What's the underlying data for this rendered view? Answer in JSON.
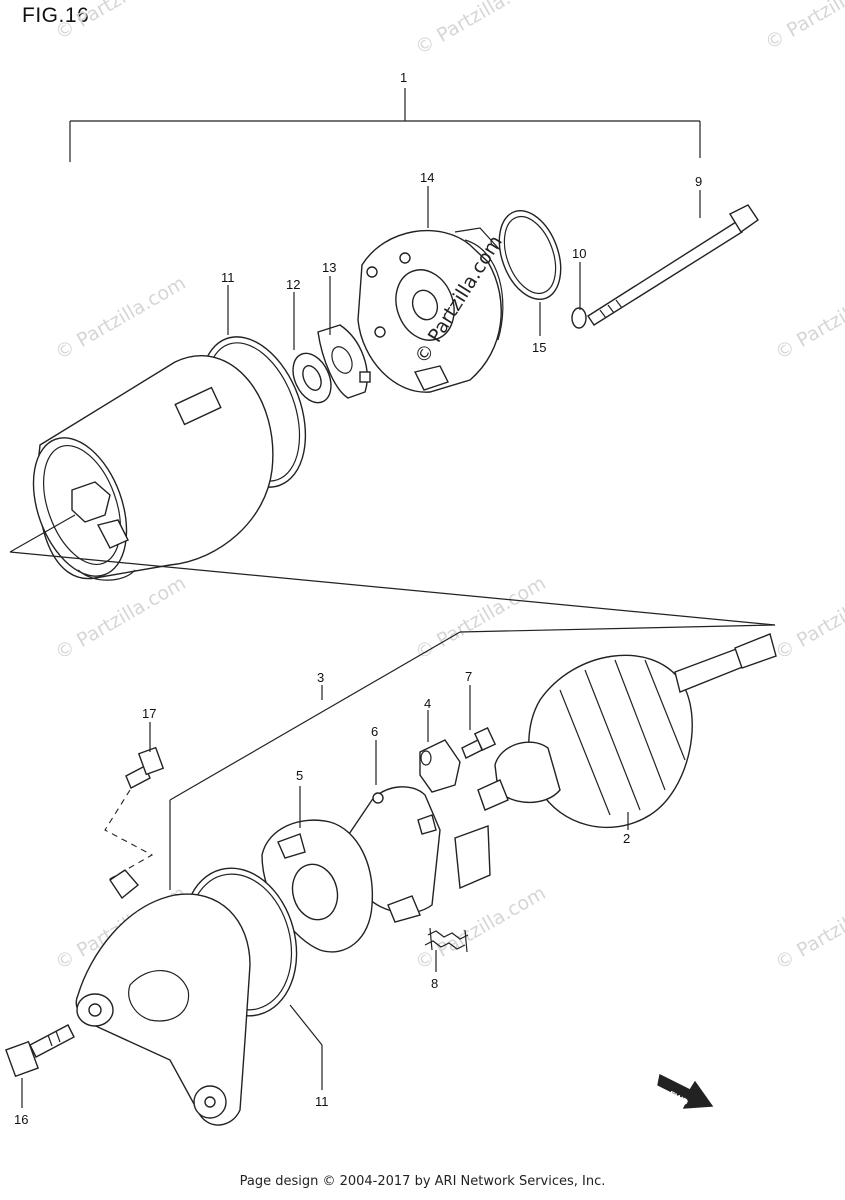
{
  "figure": {
    "title": "FIG.16",
    "callouts": [
      {
        "id": "c1",
        "label": "1"
      },
      {
        "id": "c2",
        "label": "2"
      },
      {
        "id": "c3",
        "label": "3"
      },
      {
        "id": "c4",
        "label": "4"
      },
      {
        "id": "c5",
        "label": "5"
      },
      {
        "id": "c6",
        "label": "6"
      },
      {
        "id": "c7",
        "label": "7"
      },
      {
        "id": "c8",
        "label": "8"
      },
      {
        "id": "c9",
        "label": "9"
      },
      {
        "id": "c10",
        "label": "10"
      },
      {
        "id": "c11a",
        "label": "11"
      },
      {
        "id": "c11b",
        "label": "11"
      },
      {
        "id": "c12",
        "label": "12"
      },
      {
        "id": "c13",
        "label": "13"
      },
      {
        "id": "c14",
        "label": "14"
      },
      {
        "id": "c15",
        "label": "15"
      },
      {
        "id": "c16",
        "label": "16"
      },
      {
        "id": "c17",
        "label": "17"
      }
    ],
    "fwd_label": "FWD"
  },
  "watermark": {
    "main": "© Partzilla.com",
    "repeat": "© Partzilla.com"
  },
  "footer": {
    "text": "Page design © 2004-2017 by ARI Network Services, Inc."
  }
}
